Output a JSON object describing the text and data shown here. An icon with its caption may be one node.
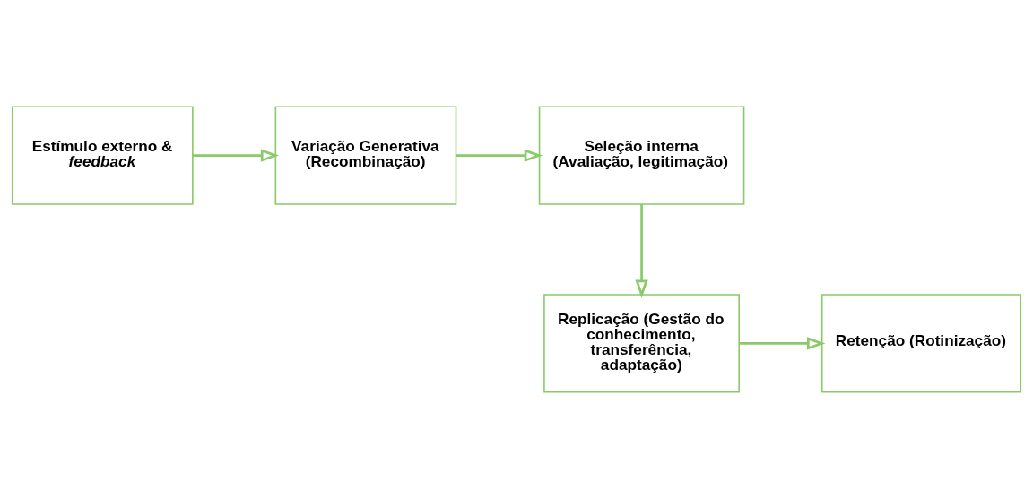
{
  "diagram": {
    "nodes": [
      {
        "text": [
          "Estímulo externo & *feedback*"
        ]
      },
      {
        "text": [
          "Variação Generativa (Recombinação)"
        ]
      },
      {
        "text": [
          "Seleção interna (Avaliação, legitimação)"
        ]
      },
      {
        "text": [
          "Replicação (Gestão do conhecimento, transferência, adaptação)"
        ]
      },
      {
        "text": [
          "Retenção (Rotinização)"
        ]
      }
    ],
    "edges": [
      {
        "from": 0,
        "to": 1,
        "arrow": "to"
      },
      {
        "from": 1,
        "to": 2,
        "arrow": "to"
      },
      {
        "from": 2,
        "to": 3,
        "arrow": "to"
      },
      {
        "from": 3,
        "to": 4,
        "arrow": "to"
      }
    ]
  }
}
